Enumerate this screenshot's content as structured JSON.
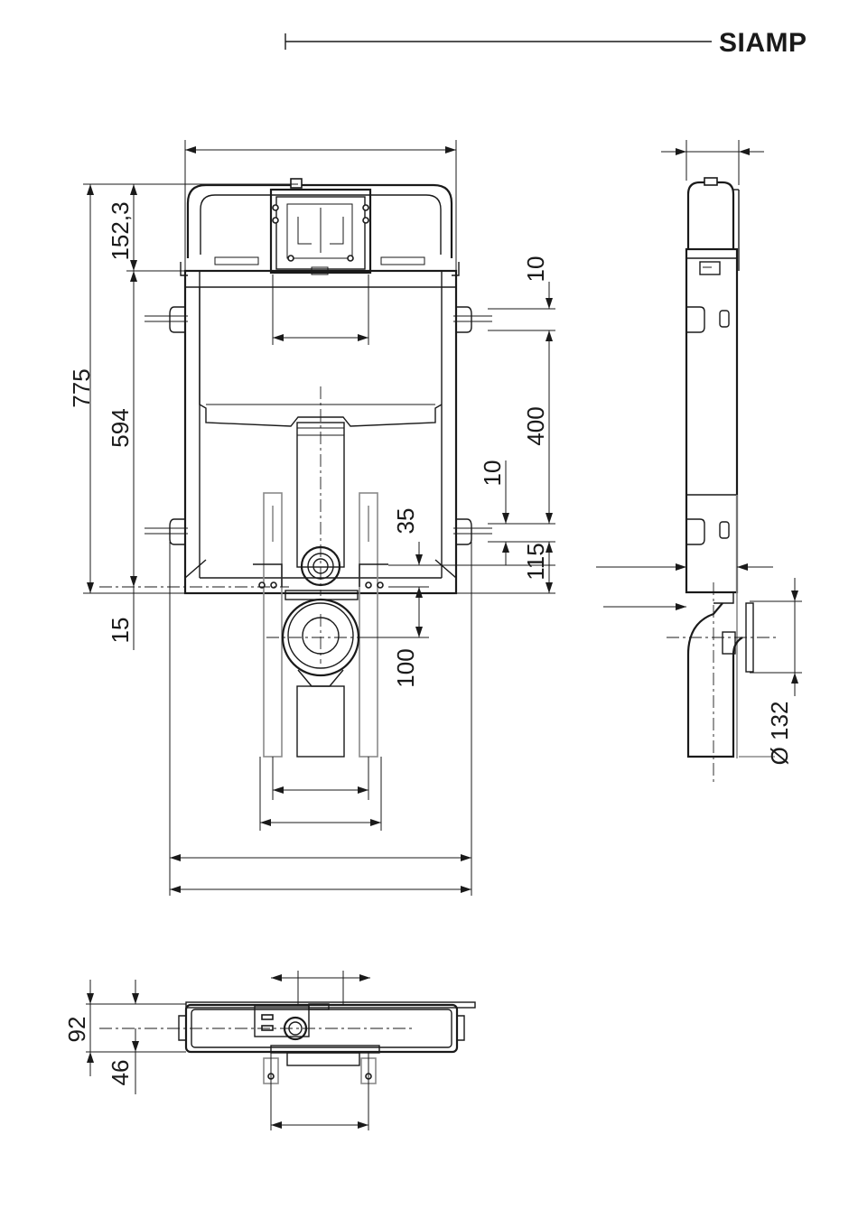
{
  "header": {
    "brand": "SIAMP"
  },
  "front_view": {
    "dims": {
      "d775": "775",
      "d594": "594",
      "d152": "152,3",
      "d15": "15",
      "d10a": "10",
      "d400": "400",
      "d10b": "10",
      "d35": "35",
      "d115": "115",
      "d100": "100"
    }
  },
  "side_view": {
    "dims": {
      "d132": "Ø 132"
    }
  },
  "top_view": {
    "dims": {
      "d92": "92",
      "d46": "46"
    }
  }
}
